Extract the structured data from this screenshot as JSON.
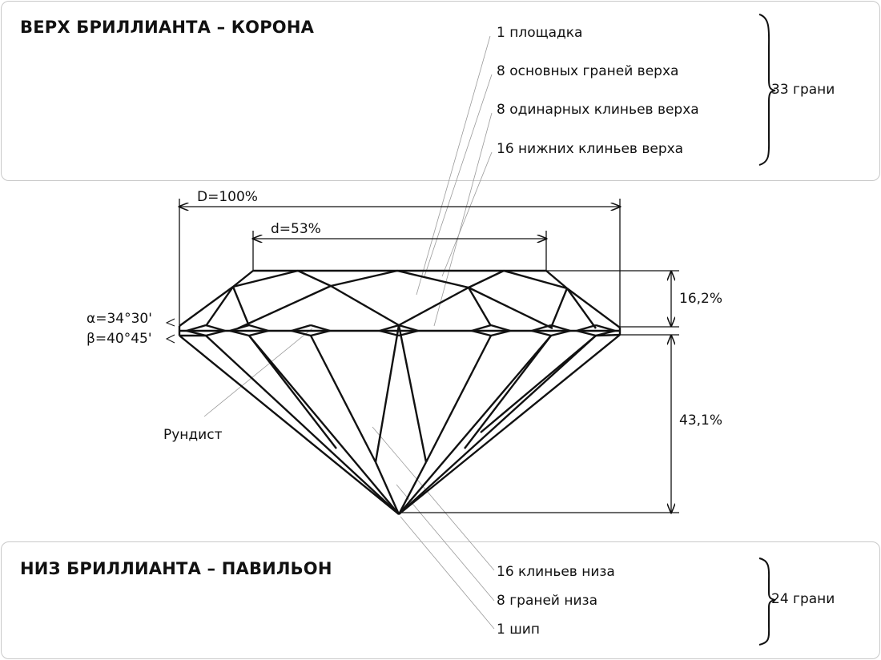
{
  "crown": {
    "title": "ВЕРХ БРИЛЛИАНТА – КОРОНА",
    "items": [
      "1 площадка",
      "8 основных граней верха",
      "8 одинарных клиньев верха",
      "16 нижних клиньев верха"
    ],
    "total": "33 грани"
  },
  "pavilion": {
    "title": "НИЗ БРИЛЛИАНТА – ПАВИЛЬОН",
    "items": [
      "16 клиньев низа",
      "8 граней низа",
      "1 шип"
    ],
    "total": "24 грани"
  },
  "dimensions": {
    "diameter": "D=100%",
    "table": "d=53%",
    "crown_height": "16,2%",
    "pavilion_depth": "43,1%",
    "alpha": "α=34°30'",
    "beta": "β=40°45'",
    "girdle": "Рундист"
  }
}
